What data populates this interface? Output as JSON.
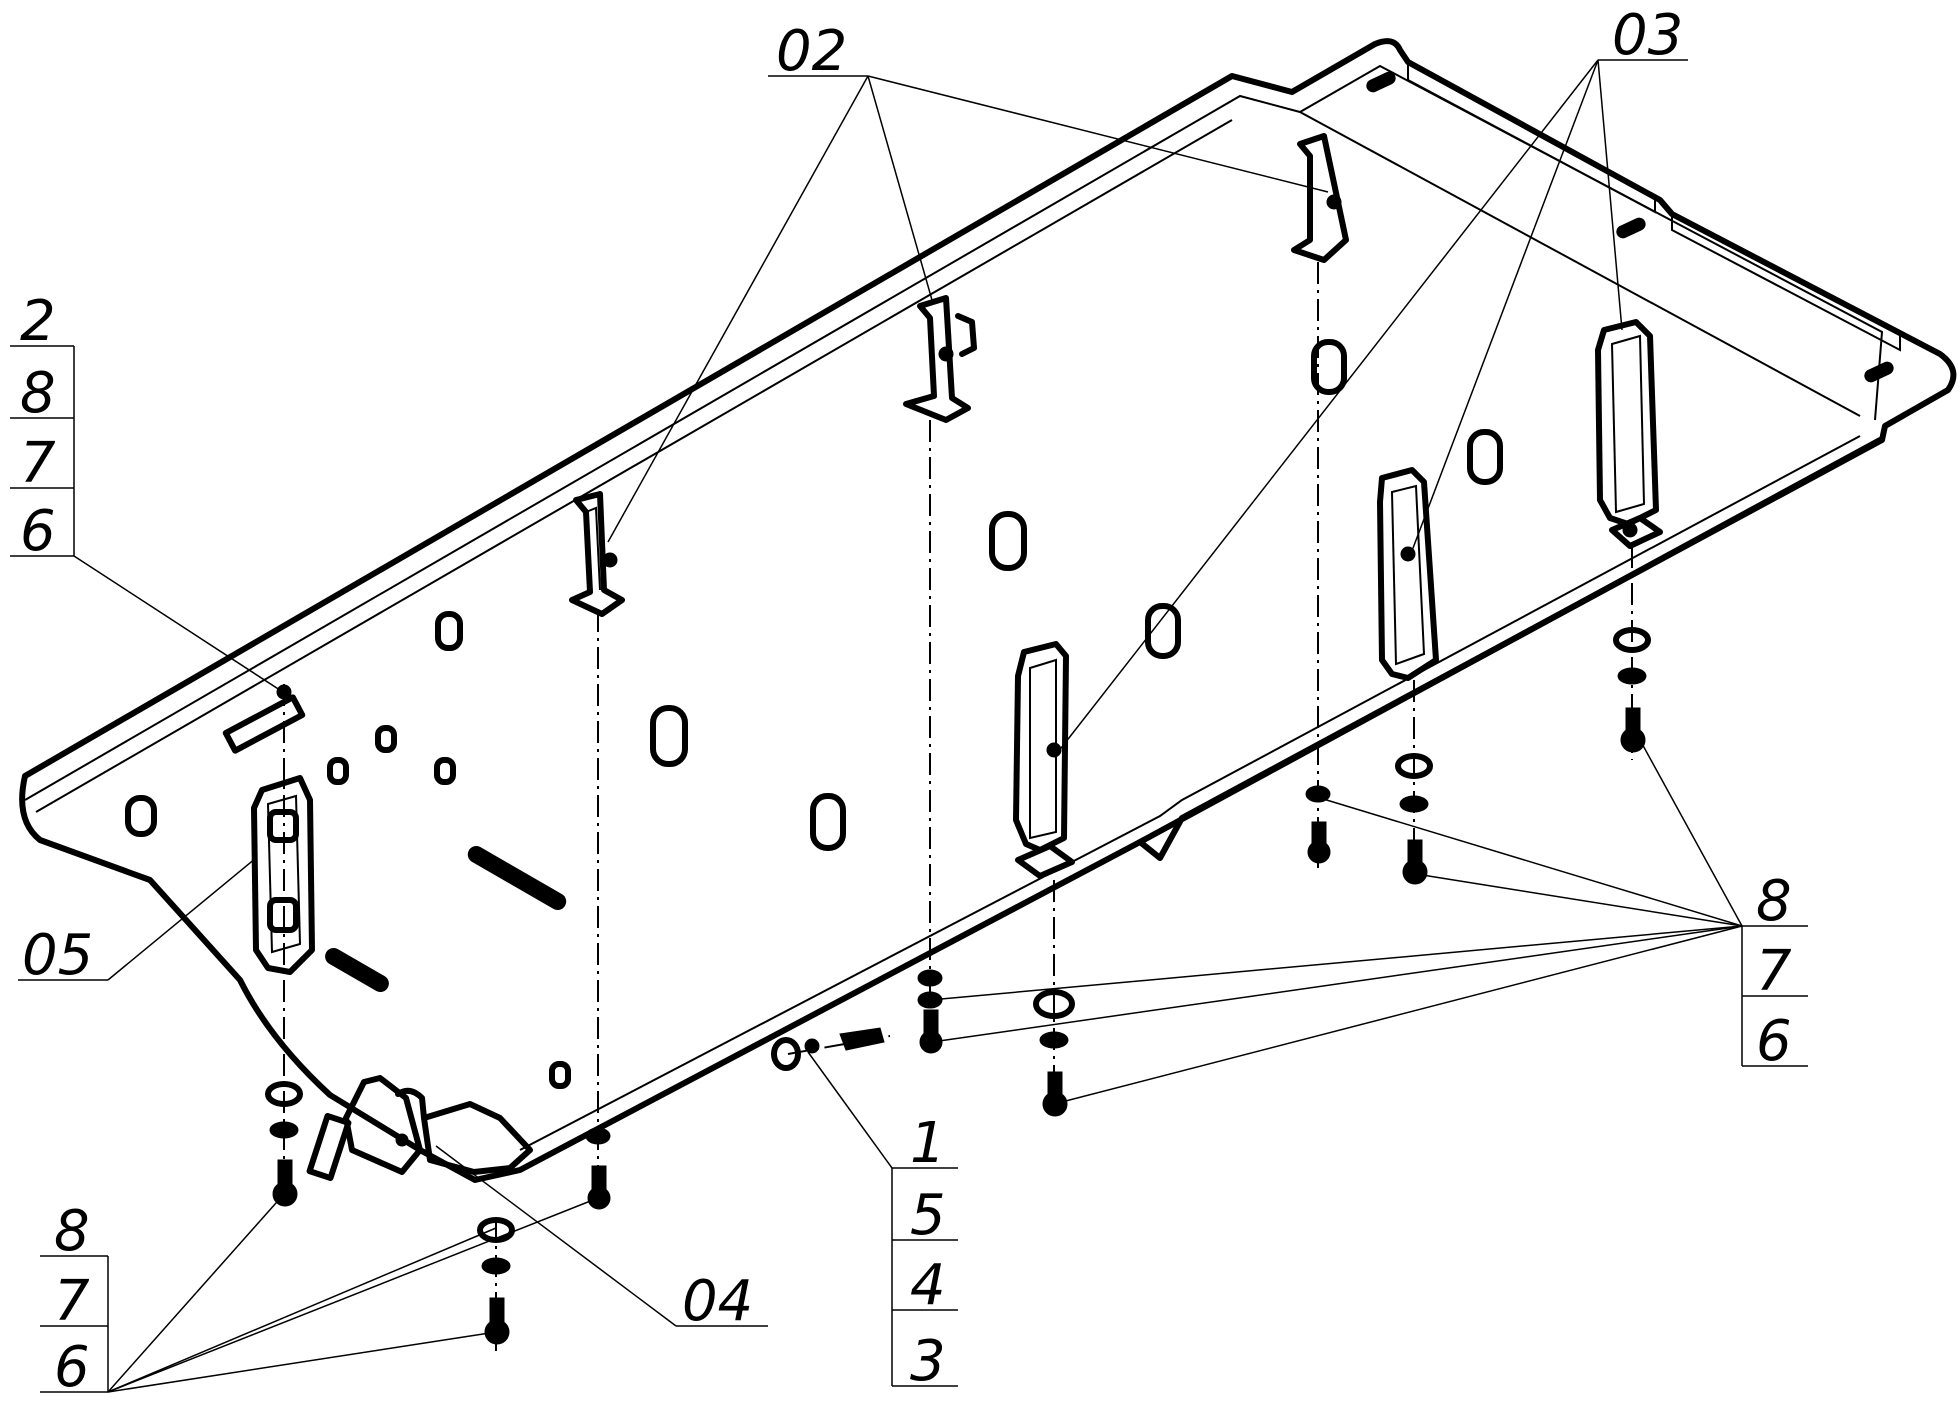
{
  "labels": {
    "l02": "02",
    "l03": "03",
    "l04": "04",
    "l05": "05",
    "stack_tl": [
      "2",
      "8",
      "7",
      "6"
    ],
    "stack_bl": [
      "8",
      "7",
      "6"
    ],
    "stack_mid": [
      "1",
      "5",
      "4",
      "3"
    ],
    "stack_right": [
      "8",
      "7",
      "6"
    ]
  }
}
